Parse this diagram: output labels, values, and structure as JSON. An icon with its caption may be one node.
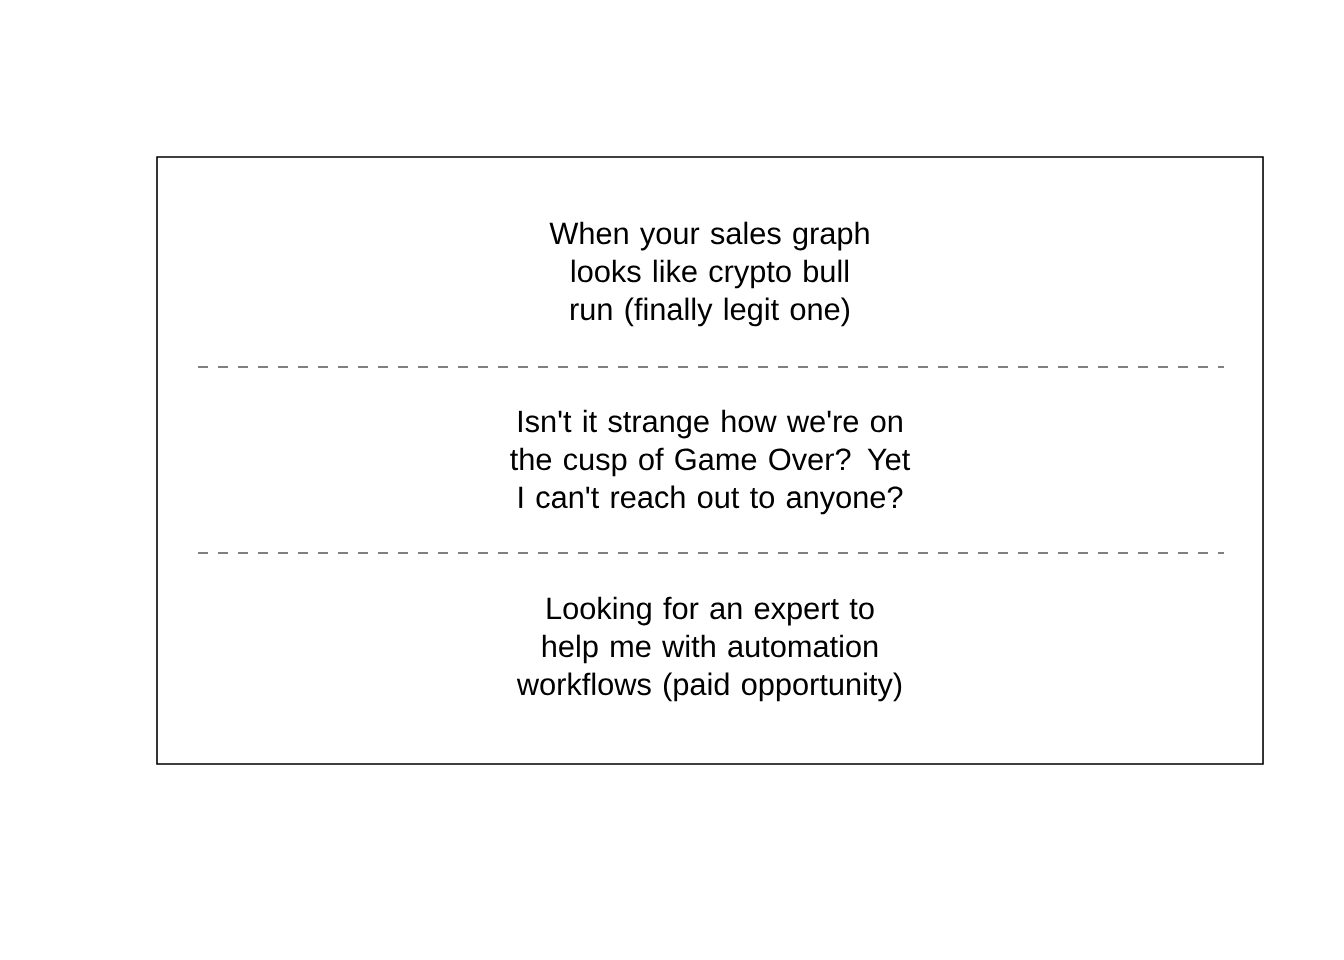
{
  "diagram": {
    "nodes": [
      {
        "text": [
          "When your sales graph looks like crypto bull run (finally legit one)",
          "Isn't it strange how we're on the cusp of Game Over? Yet I can't reach out to anyone?",
          "Looking for an expert to help me with automation workflows (paid opportunity)"
        ]
      }
    ]
  }
}
